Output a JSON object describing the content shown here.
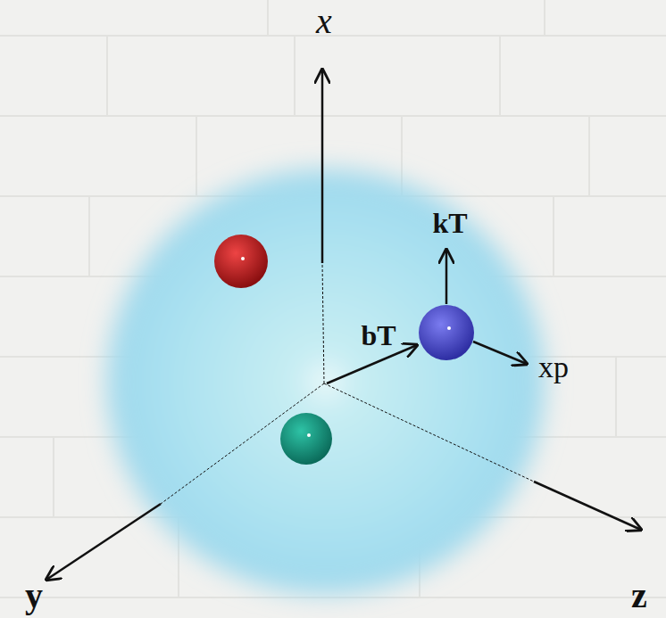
{
  "diagram": {
    "labels": [
      "x",
      "kT",
      "bT",
      "xp",
      "y",
      "z"
    ]
  }
}
